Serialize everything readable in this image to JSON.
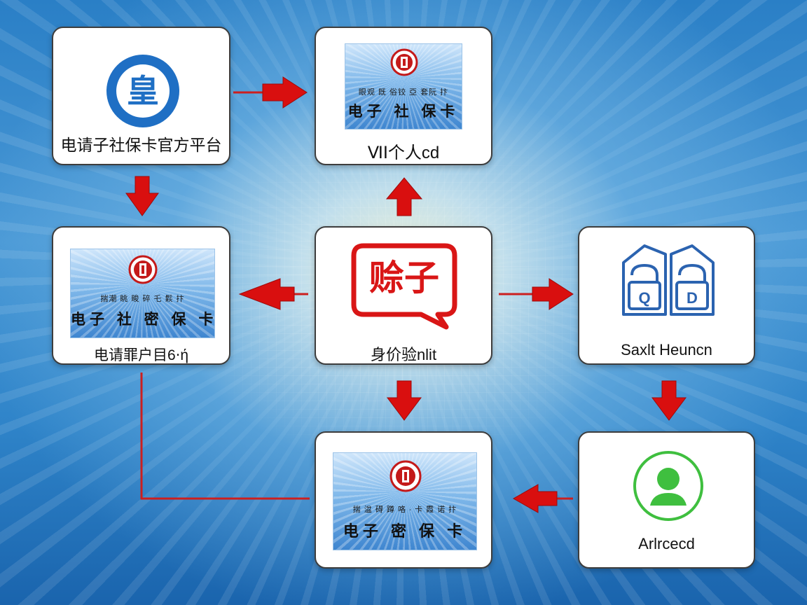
{
  "nodes": {
    "official_platform": {
      "label": "电请子社保卡官方平台",
      "icon_text": "皇"
    },
    "personal": {
      "card_fine": "眼观 既 俗铰 亞 套阮 抃",
      "card_title": "电子 社 保卡",
      "label": "ⅥⅠ个人cd"
    },
    "apply": {
      "card_fine": "揣潮 眺 畯 碎 乇 鬏 抃",
      "card_title": "电子 社 密 保 卡",
      "label": "电请罪户目6⋅ή"
    },
    "identity": {
      "bubble_text": "赊子",
      "label": "身价验nlit"
    },
    "saxit": {
      "label": "Saxlt Heuncn",
      "icon_text_left": "Q",
      "icon_text_right": "D"
    },
    "final_card": {
      "card_fine": "揣 湓 碍 蹲 咯 ∙ 卡 霞 诺 抃",
      "card_title": "电子 密 保 卡"
    },
    "activated": {
      "label": "Arlrcecd"
    }
  },
  "colors": {
    "arrow": "#d90f0f",
    "line": "#cc1f1f",
    "platform_icon": "#1f6fc4",
    "bubble": "#d91616",
    "lock_icon": "#2b63b0",
    "user_icon": "#3fbf3f",
    "emblem": "#c41a1a"
  }
}
